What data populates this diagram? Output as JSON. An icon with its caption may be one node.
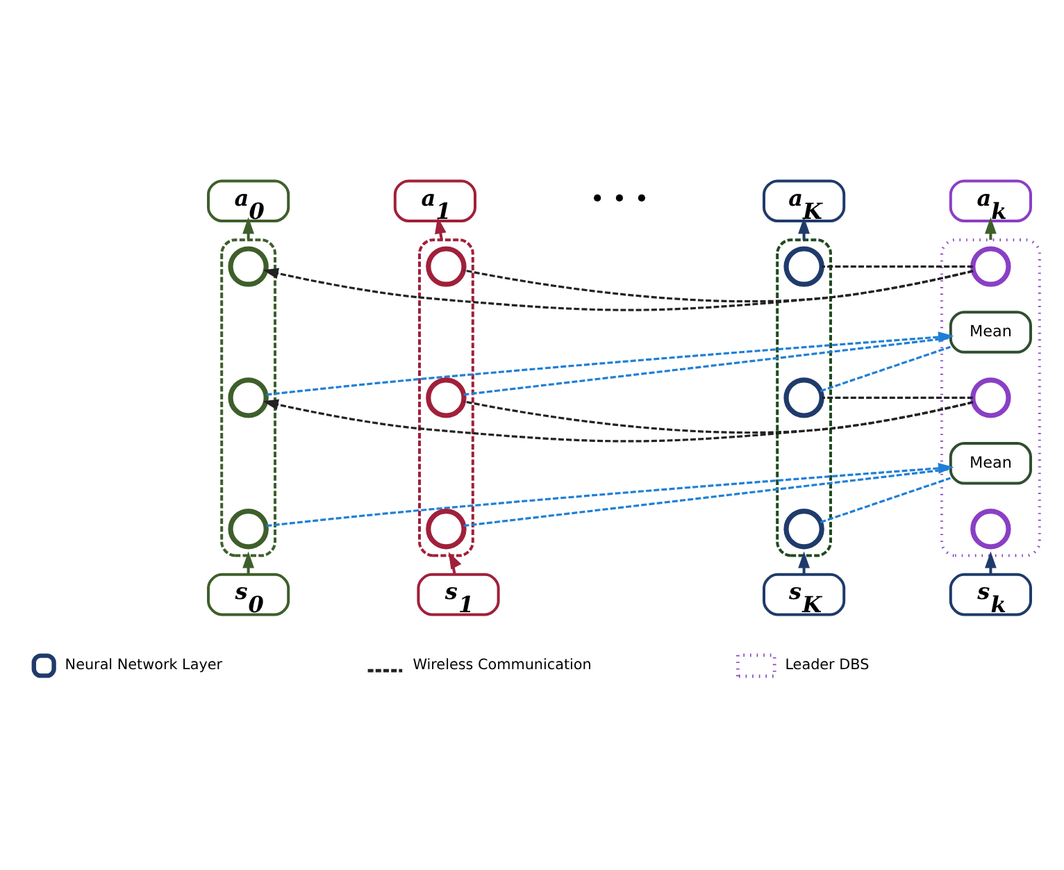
{
  "diagram": {
    "nodes": [
      {
        "text": [
          "a$_{0}$"
        ]
      },
      {
        "text": [
          "a$_{1}$"
        ]
      },
      {
        "text": [
          "a$_{K}$"
        ]
      },
      {
        "text": [
          "a$_{k}$"
        ]
      },
      {
        "text": [],
        "shape": "box"
      },
      {
        "text": [],
        "shape": "circle",
        "in": 4
      },
      {
        "text": [],
        "shape": "circle",
        "in": 4
      },
      {
        "text": [],
        "shape": "circle",
        "in": 4
      },
      {
        "text": [],
        "shape": "box"
      },
      {
        "text": [],
        "shape": "circle",
        "in": 8
      },
      {
        "text": [],
        "shape": "circle",
        "in": 8
      },
      {
        "text": [],
        "shape": "circle",
        "in": 8
      },
      {
        "text": [],
        "shape": "box"
      },
      {
        "text": [],
        "shape": "circle",
        "in": 12
      },
      {
        "text": [],
        "shape": "circle",
        "in": 12
      },
      {
        "text": [],
        "shape": "circle",
        "in": 12
      },
      {
        "text": [],
        "shape": "box"
      },
      {
        "text": [],
        "shape": "circle",
        "in": 16
      },
      {
        "text": [
          "Mean"
        ],
        "in": 16
      },
      {
        "text": [],
        "shape": "circle",
        "in": 16
      },
      {
        "text": [
          "Mean"
        ],
        "in": 16
      },
      {
        "text": [],
        "shape": "circle",
        "in": 16
      },
      {
        "text": [
          "s$_{0}$"
        ]
      },
      {
        "text": [
          "s$_{1}$"
        ]
      },
      {
        "text": [
          "s$_{K}$"
        ]
      },
      {
        "text": [
          "s$_{k}$"
        ]
      }
    ],
    "edges": [
      {
        "from": 22,
        "to": 4,
        "arrow": "to",
        "color": "#3e5f2b"
      },
      {
        "from": 23,
        "to": 8,
        "arrow": "to",
        "color": "#a0203a"
      },
      {
        "from": 24,
        "to": 12,
        "arrow": "to",
        "color": "#1f3b6b"
      },
      {
        "from": 25,
        "to": 16,
        "arrow": "to",
        "color": "#1f3b6b"
      },
      {
        "from": 4,
        "to": 0,
        "arrow": "to",
        "color": "#3e5f2b"
      },
      {
        "from": 8,
        "to": 1,
        "arrow": "to",
        "color": "#a0203a"
      },
      {
        "from": 12,
        "to": 2,
        "arrow": "to",
        "color": "#1f3b6b"
      },
      {
        "from": 16,
        "to": 3,
        "arrow": "to",
        "color": "#3e5f2b"
      },
      {
        "from": 17,
        "to": 5,
        "arrow": "to",
        "style": "dashed",
        "color": "#222222"
      },
      {
        "from": 17,
        "to": 9,
        "arrow": "none",
        "style": "dashed",
        "color": "#222222"
      },
      {
        "from": 17,
        "to": 13,
        "arrow": "none",
        "style": "dashed",
        "color": "#222222"
      },
      {
        "from": 6,
        "to": 18,
        "arrow": "to",
        "style": "dashed",
        "color": "#1f7fd6"
      },
      {
        "from": 10,
        "to": 18,
        "arrow": "none",
        "style": "dashed",
        "color": "#1f7fd6"
      },
      {
        "from": 14,
        "to": 18,
        "arrow": "none",
        "style": "dashed",
        "color": "#1f7fd6"
      },
      {
        "from": 19,
        "to": 6,
        "arrow": "to",
        "style": "dashed",
        "color": "#222222"
      },
      {
        "from": 19,
        "to": 10,
        "arrow": "none",
        "style": "dashed",
        "color": "#222222"
      },
      {
        "from": 19,
        "to": 14,
        "arrow": "none",
        "style": "dashed",
        "color": "#222222"
      },
      {
        "from": 7,
        "to": 20,
        "arrow": "to",
        "style": "dashed",
        "color": "#1f7fd6"
      },
      {
        "from": 11,
        "to": 20,
        "arrow": "none",
        "style": "dashed",
        "color": "#1f7fd6"
      },
      {
        "from": 15,
        "to": 20,
        "arrow": "none",
        "style": "dashed",
        "color": "#1f7fd6"
      }
    ],
    "labels": [
      "• • •"
    ],
    "legend": [
      {
        "text": "Neural Network Layer"
      },
      {
        "text": "Wireless Communication"
      },
      {
        "text": "Leader DBS"
      }
    ]
  }
}
